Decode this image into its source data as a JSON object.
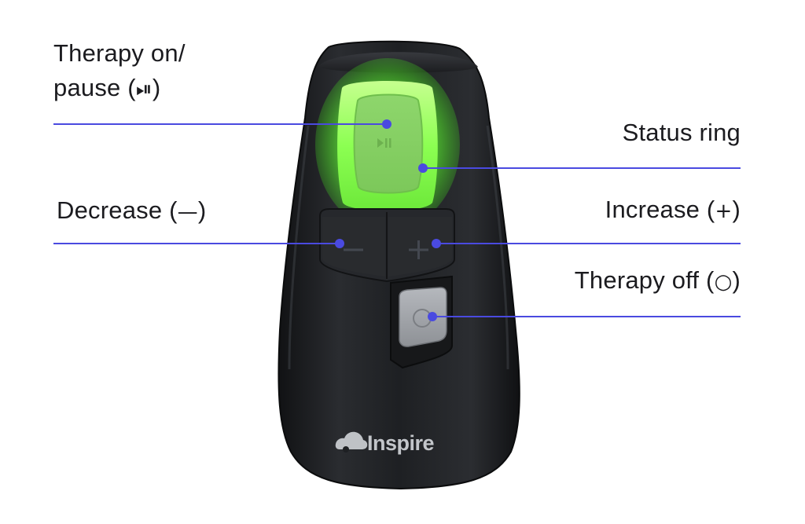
{
  "callouts": {
    "therapy_on_pause": {
      "line1": "Therapy on/",
      "line2_text": "pause (",
      "line2_symbol": "⏯",
      "line2_close": ")"
    },
    "status_ring": {
      "label": "Status ring"
    },
    "decrease": {
      "text": "Decrease (",
      "symbol": "—",
      "close": ")"
    },
    "increase": {
      "text": "Increase (",
      "symbol": "+",
      "close": ")"
    },
    "therapy_off": {
      "text": "Therapy off (",
      "symbol": "○",
      "close": ")"
    }
  },
  "device": {
    "brand": "Inspire",
    "button_glyphs": {
      "play_pause": "▶II",
      "minus": "—",
      "plus": "+",
      "off": "○"
    }
  },
  "colors": {
    "callout_line": "#4a4ae0",
    "callout_dot": "#4a4ae0",
    "device_body": "#1d1f22",
    "status_ring": "#7dff4a",
    "text": "#1b1b1f"
  },
  "icons": [
    "play-pause-icon",
    "minus-icon",
    "plus-icon",
    "off-circle-icon",
    "inspire-logo-icon"
  ]
}
